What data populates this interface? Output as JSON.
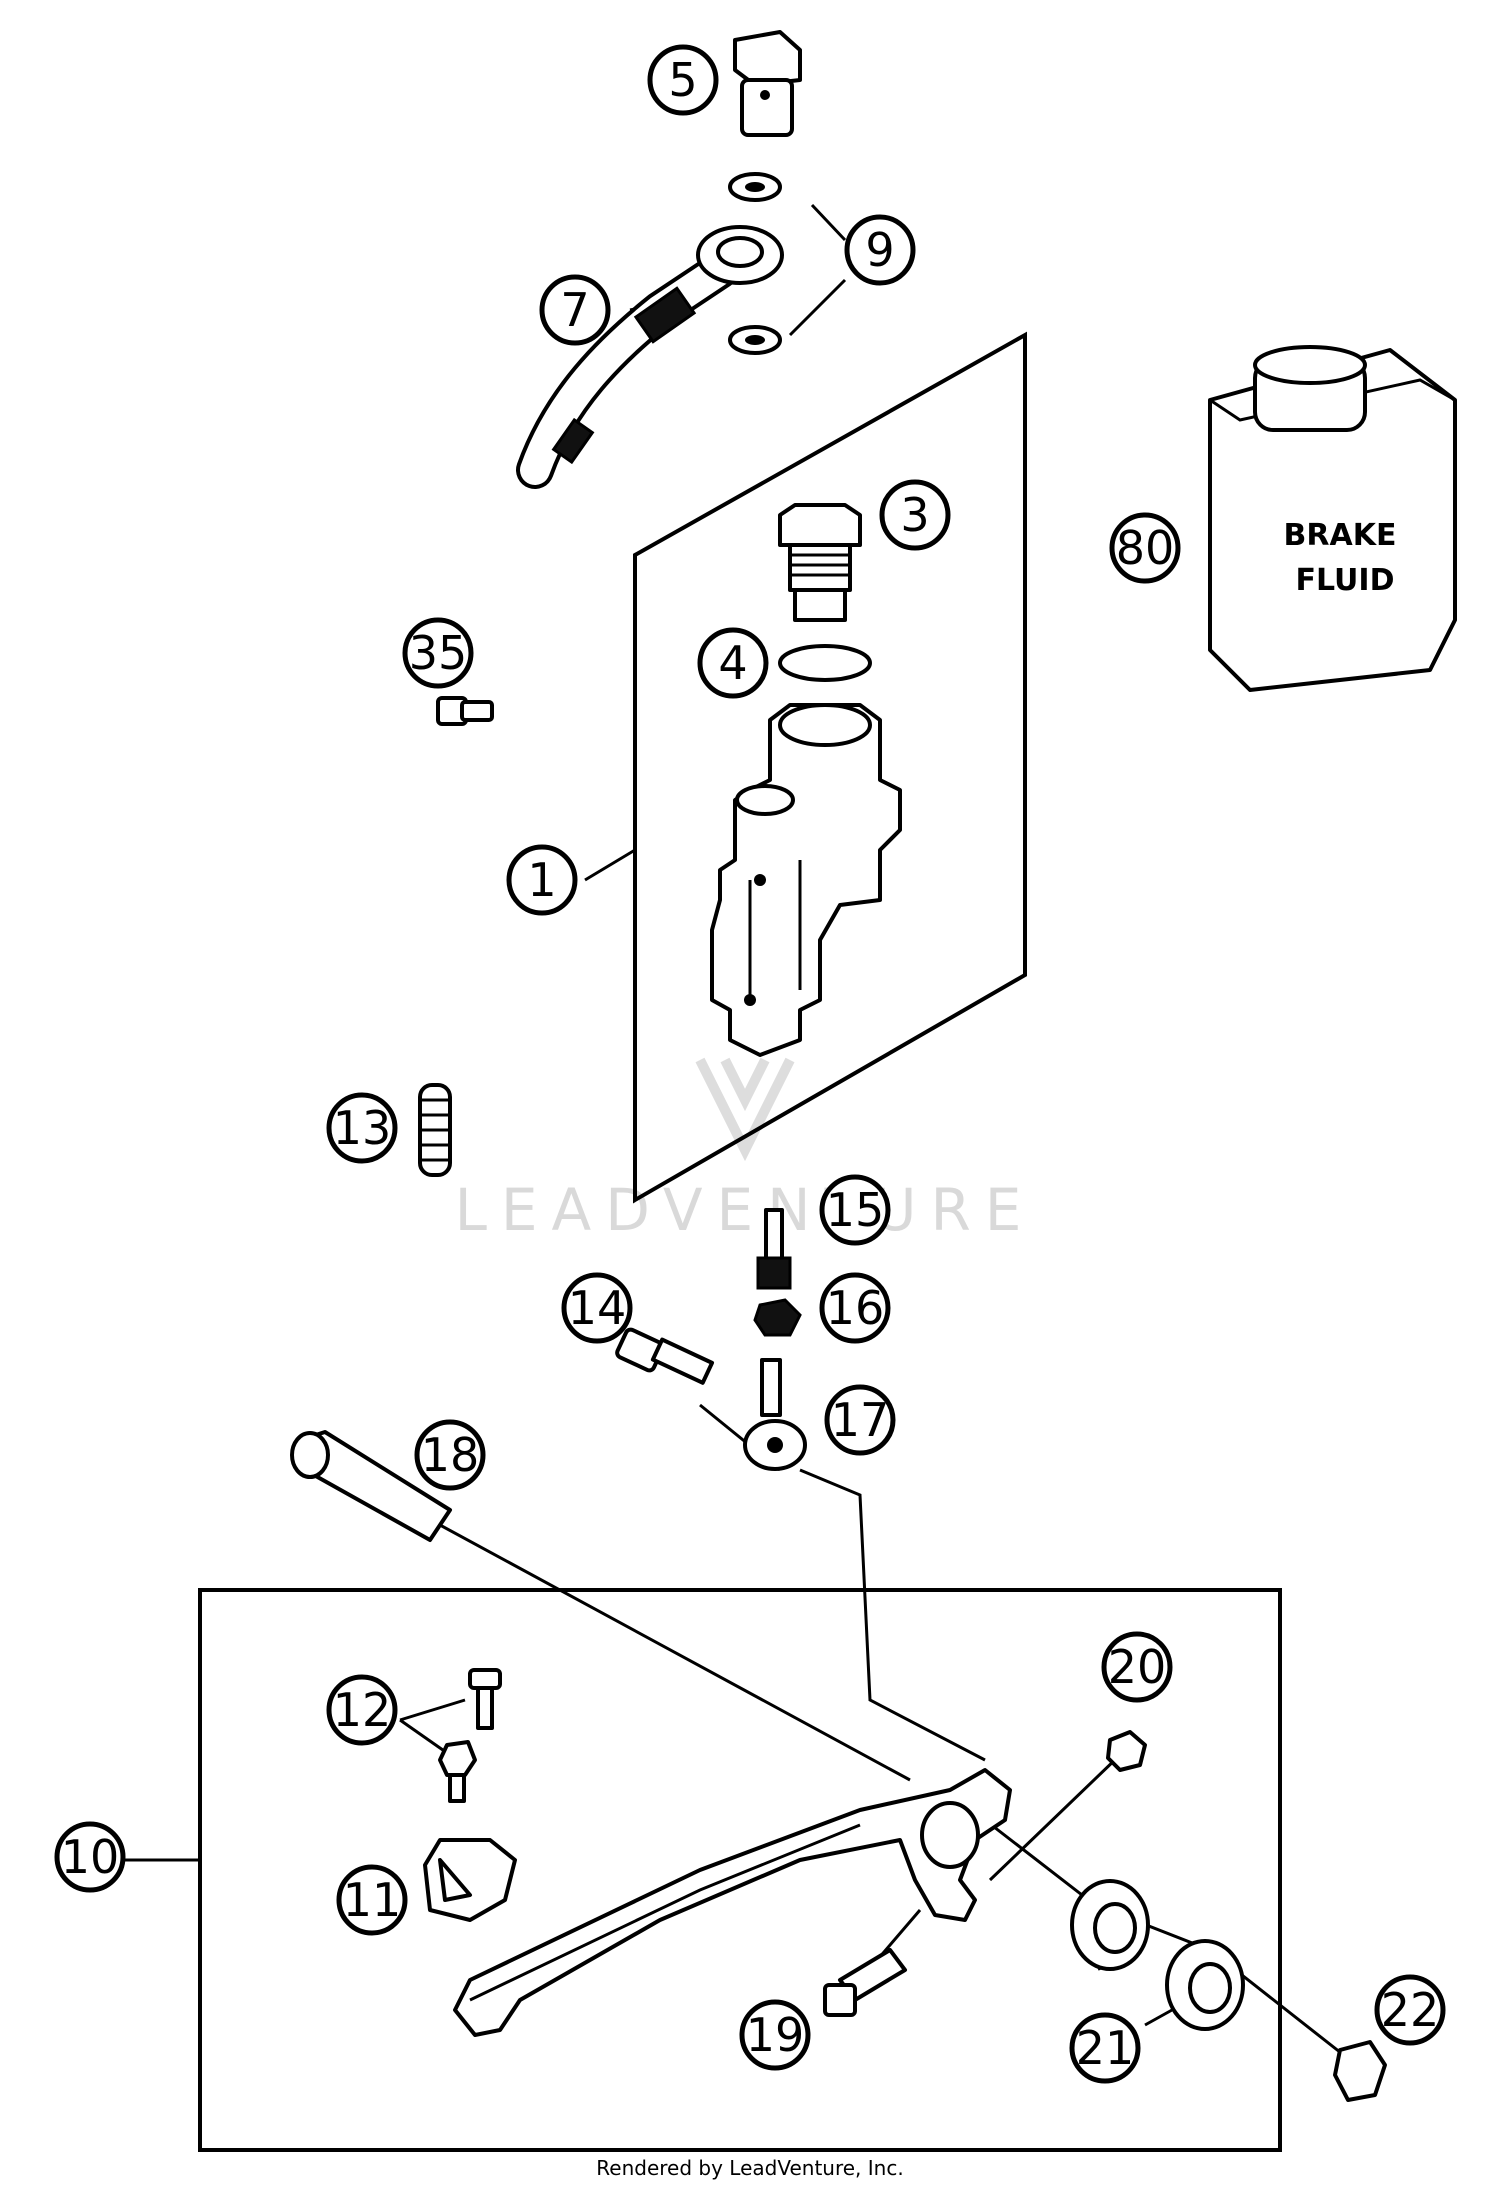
{
  "callouts": [
    {
      "id": "5",
      "label": "5"
    },
    {
      "id": "9",
      "label": "9"
    },
    {
      "id": "7",
      "label": "7"
    },
    {
      "id": "3",
      "label": "3"
    },
    {
      "id": "80",
      "label": "80"
    },
    {
      "id": "4",
      "label": "4"
    },
    {
      "id": "35",
      "label": "35"
    },
    {
      "id": "1",
      "label": "1"
    },
    {
      "id": "13",
      "label": "13"
    },
    {
      "id": "15",
      "label": "15"
    },
    {
      "id": "16",
      "label": "16"
    },
    {
      "id": "14",
      "label": "14"
    },
    {
      "id": "17",
      "label": "17"
    },
    {
      "id": "18",
      "label": "18"
    },
    {
      "id": "20",
      "label": "20"
    },
    {
      "id": "12",
      "label": "12"
    },
    {
      "id": "10",
      "label": "10"
    },
    {
      "id": "11",
      "label": "11"
    },
    {
      "id": "19",
      "label": "19"
    },
    {
      "id": "21",
      "label": "21"
    },
    {
      "id": "22",
      "label": "22"
    }
  ],
  "fluid_can": {
    "line1": "BRAKE",
    "line2": "FLUID"
  },
  "watermark": "LEADVENTURE",
  "credit": "Rendered by LeadVenture, Inc."
}
